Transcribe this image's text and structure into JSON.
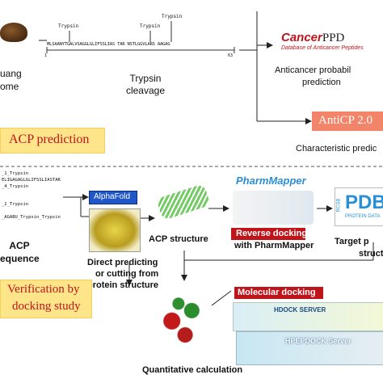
{
  "top": {
    "organism_label_1": "uang",
    "organism_label_2": "ome",
    "sequence": "MLSAANYTGALVSAGGLGLIFSSLIAS TAR NSTLGGVLARS AAGAG",
    "seq_start": "1",
    "seq_end": "63",
    "cleavage_sites": [
      "Trypsin",
      "Trypsin",
      "Trypsin"
    ],
    "trypsin_cleavage_1": "Trypsin",
    "trypsin_cleavage_2": "cleavage",
    "cancerppd_logo_a": "Cancer",
    "cancerppd_logo_b": "PPD",
    "cancerppd_subtitle": "Database of Anticancer Peptides",
    "anticancer_prob_1": "Anticancer probabil",
    "anticancer_prob_2": "prediction",
    "anticp_label": "AntiCP 2.0",
    "characteristic_pred": "Characteristic predic",
    "acp_prediction": "ACP prediction"
  },
  "bottom": {
    "seq_list": [
      "_1_Trypsin",
      "ELIGAGAGLGLIFSSLIASTAR",
      "_4_Trypsin",
      "_2_Trypsin",
      "_AGABU_Trypsin_Trypsin"
    ],
    "alphafold": "AlphaFold",
    "pharmmapper_logo": "PharmMapper",
    "pdb_logo": "PDB",
    "pdb_side": "RCSB",
    "pdb_sub": "PROTEIN DATA",
    "acp_1": "ACP",
    "acp_2": "equence",
    "acp_structure": "ACP structure",
    "reverse_docking": "Reverse docking",
    "with_pharmmapper": "with PharmMapper",
    "target_1": "Target p",
    "target_2": "struct",
    "direct_1": "Direct predicting",
    "direct_2": "or cutting from",
    "direct_3": "protein structure",
    "verification_1": "Verification by",
    "verification_2": "docking study",
    "molecular_docking": "Molecular docking",
    "hdock": "HDOCK SERVER",
    "hpepdock": "HPEPDOCK Server",
    "quantitative": "Quantitative calculation"
  },
  "colors": {
    "accent_red": "#c0141b",
    "anticp_orange": "#f2846a",
    "alphafold_blue": "#1f57c8",
    "yellow_box": "#ffe58a"
  }
}
